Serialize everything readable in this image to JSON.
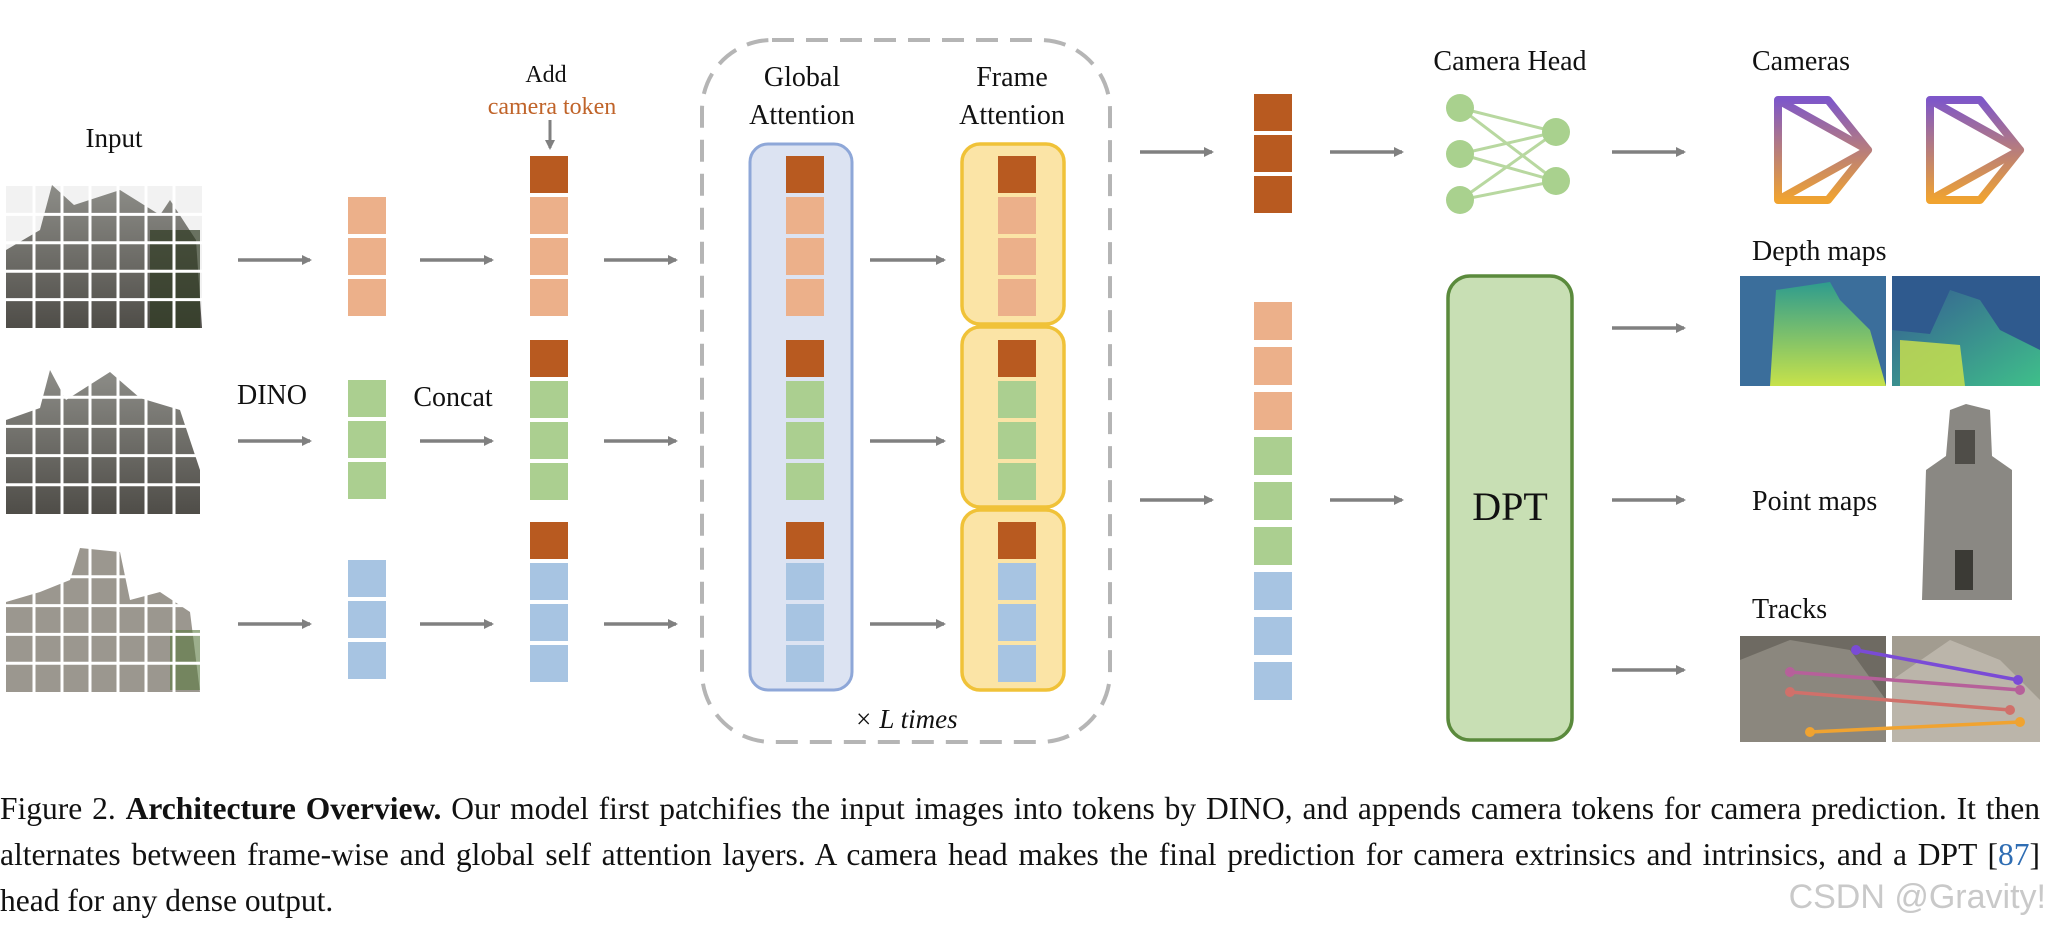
{
  "labels": {
    "input": "Input",
    "dino": "DINO",
    "concat": "Concat",
    "add": "Add",
    "camera_token": "camera token",
    "global_attention": [
      "Global",
      "Attention"
    ],
    "frame_attention": [
      "Frame",
      "Attention"
    ],
    "times": "× L times",
    "camera_head": "Camera Head",
    "dpt": "DPT",
    "cameras": "Cameras",
    "depth_maps": "Depth maps",
    "point_maps": "Point maps",
    "tracks": "Tracks"
  },
  "caption": {
    "prefix": "Figure 2.",
    "bold": "Architecture Overview.",
    "text1": "Our model first patchifies the input images into tokens by DINO, and appends camera tokens for camera prediction. It then alternates between frame-wise and global self attention layers. A camera head makes the final prediction for camera extrinsics and intrinsics, and a DPT [",
    "ref": "87",
    "text2": "] head for any dense output."
  },
  "watermark": "CSDN @Gravity!",
  "colors": {
    "camera_token": "#b85a20",
    "orange_token": "#ecb08a",
    "green_token": "#abcf90",
    "blue_token": "#a7c4e2",
    "global_fill": "#dce3f2",
    "global_stroke": "#8ea7d8",
    "frame_fill": "#fbe4a6",
    "frame_stroke": "#f0c238",
    "dpt_fill": "#c8dfb4",
    "dpt_stroke": "#5a8a3c",
    "arrow": "#808080",
    "ref_link": "#2f6db3"
  }
}
